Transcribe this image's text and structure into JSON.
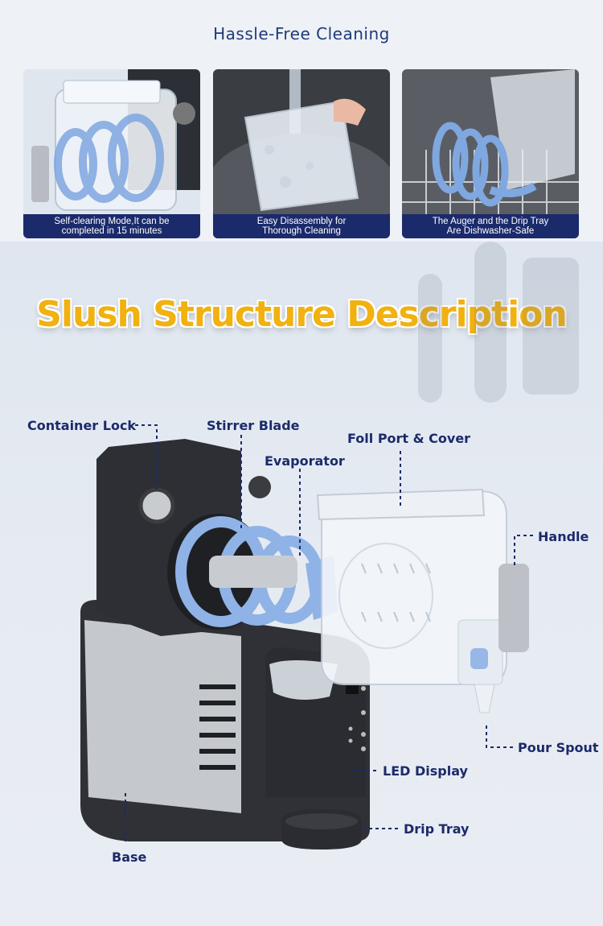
{
  "header": {
    "title": "Hassle-Free Cleaning"
  },
  "panels": [
    {
      "line1": "Self-clearing Mode,It can be",
      "line2": "completed in 15 minutes"
    },
    {
      "line1": "Easy Disassembly for",
      "line2": "Thorough Cleaning"
    },
    {
      "line1": "The Auger and the Drip Tray",
      "line2": "Are Dishwasher-Safe"
    }
  ],
  "section": {
    "title": "Slush Structure Description"
  },
  "parts": {
    "container_lock": "Container Lock",
    "stirrer_blade": "Stirrer Blade",
    "evaporator": "Evaporator",
    "foll_port": "Foll Port & Cover",
    "handle": "Handle",
    "pour_spout": "Pour Spout",
    "led_display": "LED Display",
    "drip_tray": "Drip Tray",
    "base": "Base"
  },
  "colors": {
    "navy": "#1b2a6b",
    "gold": "#f1b10f",
    "blue_part": "#8fb3e6"
  }
}
